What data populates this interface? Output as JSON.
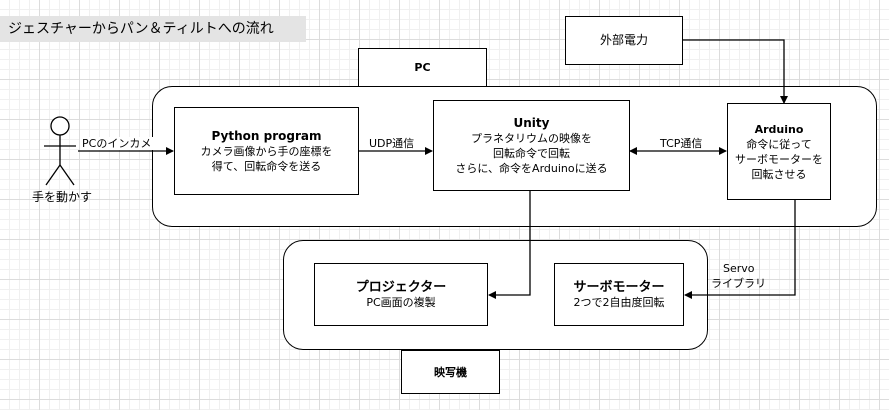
{
  "title": "ジェスチャーからパン＆ティルトへの流れ",
  "actor": {
    "label": "手を動かす"
  },
  "boxes": {
    "pc_label": "PC",
    "projector_machine_label": "映写機",
    "external_power": "外部電力",
    "python": {
      "title": "Python program",
      "lines": [
        "カメラ画像から手の座標を",
        "得て、回転命令を送る"
      ]
    },
    "unity": {
      "title": "Unity",
      "lines": [
        "プラネタリウムの映像を",
        "回転命令で回転",
        "さらに、命令をArduinoに送る"
      ]
    },
    "arduino": {
      "title": "Arduino",
      "lines": [
        "命令に従って",
        "サーボモーターを",
        "回転させる"
      ]
    },
    "projector": {
      "title": "プロジェクター",
      "lines": [
        "PC画面の複製"
      ]
    },
    "servo": {
      "title": "サーボモーター",
      "lines": [
        "2つで2自由度回転"
      ]
    }
  },
  "edges": {
    "camera": "PCのインカメ",
    "udp": "UDP通信",
    "tcp": "TCP通信",
    "servo_lib_1": "Servo",
    "servo_lib_2": "ライブラリ"
  }
}
